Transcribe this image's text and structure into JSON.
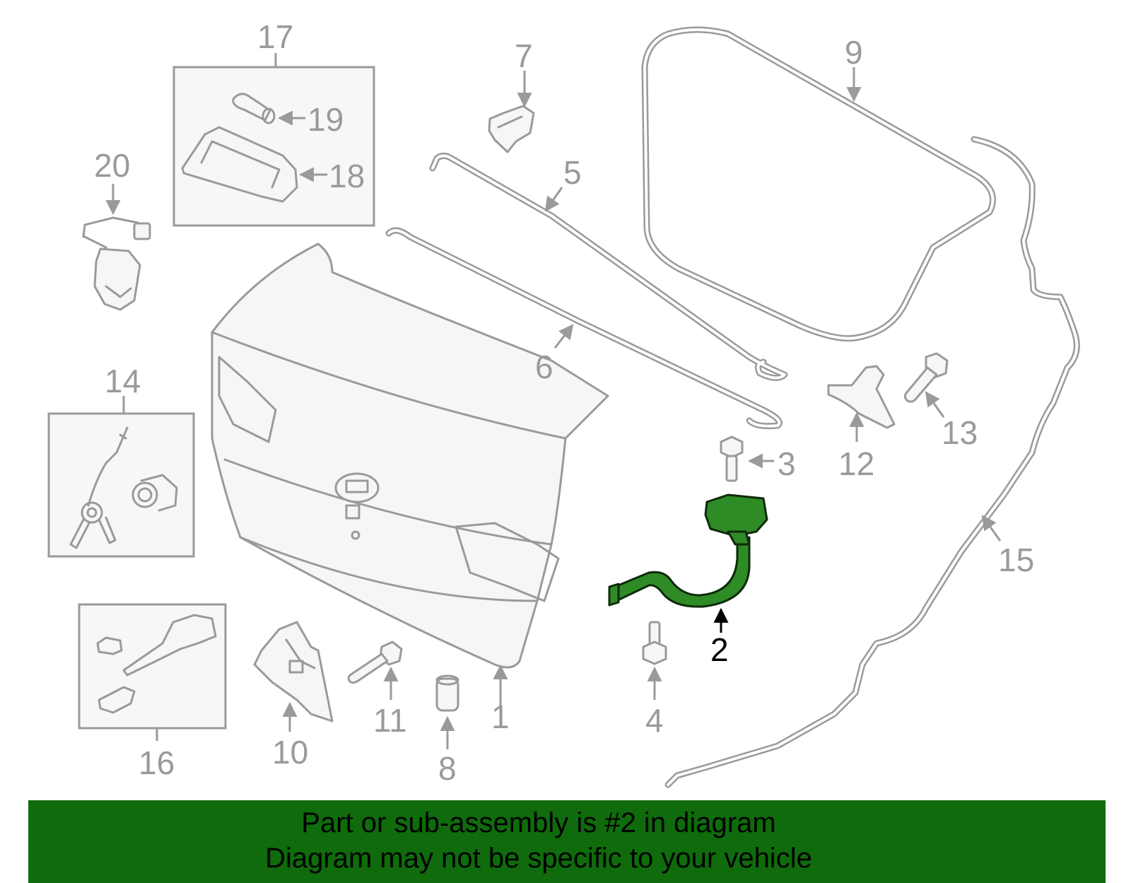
{
  "diagram": {
    "highlight_color": "#2e8b25",
    "callouts": {
      "c1": "1",
      "c2": "2",
      "c3": "3",
      "c4": "4",
      "c5": "5",
      "c6": "6",
      "c7": "7",
      "c8": "8",
      "c9": "9",
      "c10": "10",
      "c11": "11",
      "c12": "12",
      "c13": "13",
      "c14": "14",
      "c15": "15",
      "c16": "16",
      "c17": "17",
      "c18": "18",
      "c19": "19",
      "c20": "20"
    },
    "highlighted_part": "2"
  },
  "banner": {
    "color": "#0f6b0c",
    "line1": "Part or sub-assembly is #2 in diagram",
    "line2": "Diagram may not be specific to your vehicle"
  }
}
